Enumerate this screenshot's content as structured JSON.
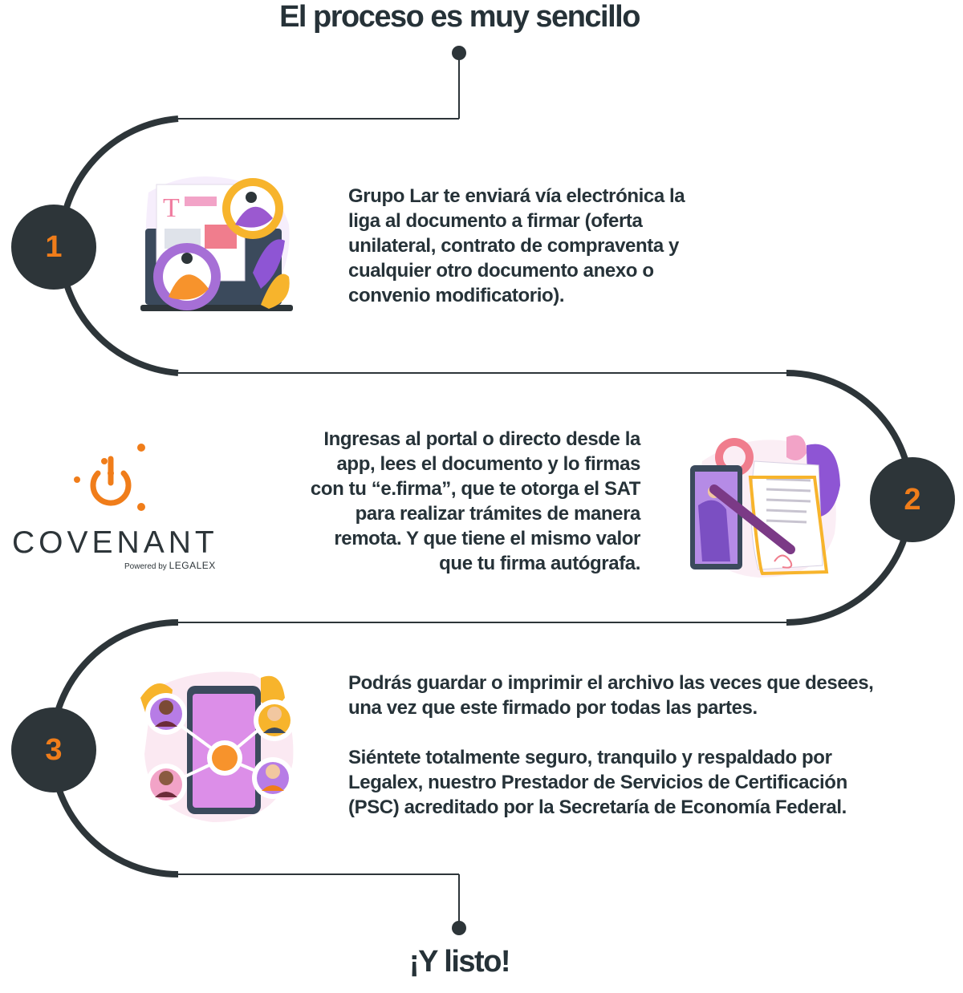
{
  "title": "El proceso es muy sencillo",
  "footer": "¡Y listo!",
  "colors": {
    "dark": "#2d3539",
    "accent": "#f07d1a",
    "purple": "#9b59d0",
    "pink": "#f2a3c7"
  },
  "steps": [
    {
      "number": "1",
      "icon": "laptop-gears-illustration",
      "lines": [
        "Grupo Lar te enviará vía electrónica la",
        "liga al documento a firmar (oferta",
        "unilateral, contrato de compraventa y",
        "cualquier otro documento anexo o",
        "convenio modificatorio)."
      ]
    },
    {
      "number": "2",
      "icon": "tablet-signature-illustration",
      "lines": [
        "Ingresas al portal o directo desde la",
        "app, lees el documento y lo firmas",
        "con tu “e.firma”, que te otorga el SAT",
        "para realizar trámites de manera",
        "remota. Y que tiene el mismo valor",
        "que tu firma autógrafa."
      ]
    },
    {
      "number": "3",
      "icon": "phone-network-people-illustration",
      "paragraph1": [
        "Podrás guardar o imprimir el archivo las veces que desees,",
        "una vez que este firmado por todas las partes."
      ],
      "paragraph2": [
        "Siéntete totalmente seguro, tranquilo y respaldado por",
        "Legalex, nuestro Prestador de Servicios de Certificación",
        "(PSC) acreditado por la Secretaría de Economía Federal."
      ]
    }
  ],
  "logo": {
    "name": "COVENANT",
    "powered_prefix": "Powered by",
    "powered_brand": "LEGALEX",
    "icon": "power-icon"
  }
}
